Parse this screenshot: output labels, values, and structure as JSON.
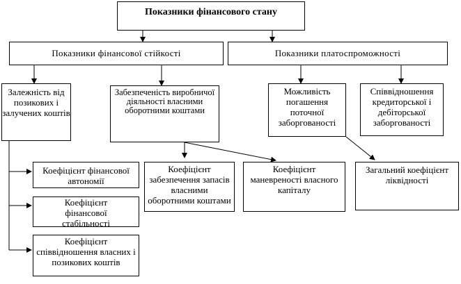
{
  "root": {
    "label": "Показники фінансового стану"
  },
  "branches": {
    "stability": {
      "label": "Показники фінансової стійкості"
    },
    "solvency": {
      "label": "Показники платоспроможності"
    }
  },
  "stability_groups": {
    "dependence": {
      "label": "Залежність від позикових і залучених коштів"
    },
    "provision": {
      "label": "Забезпеченість виробничої діяльності власними оборотними коштами"
    }
  },
  "solvency_groups": {
    "repayment": {
      "label": "Можливість погашення поточної заборгованості"
    },
    "ratio": {
      "label": "Співвідношення кредиторської і дебіторської заборгованості"
    }
  },
  "coefficients": {
    "autonomy": {
      "label": "Коефіцієнт фінансової автономії"
    },
    "stability": {
      "label": "Коефіцієнт фінансової стабільності"
    },
    "own_borrowed": {
      "label": "Коефіцієнт співвідношення власних і позикових коштів"
    },
    "inventory": {
      "label": "Коефіцієнт забезпечення запасів власними оборотними коштами"
    },
    "maneuverability": {
      "label": "Коефіцієнт маневреності власного капіталу"
    },
    "liquidity": {
      "label": "Загальний коефіцієнт ліквідності"
    }
  }
}
